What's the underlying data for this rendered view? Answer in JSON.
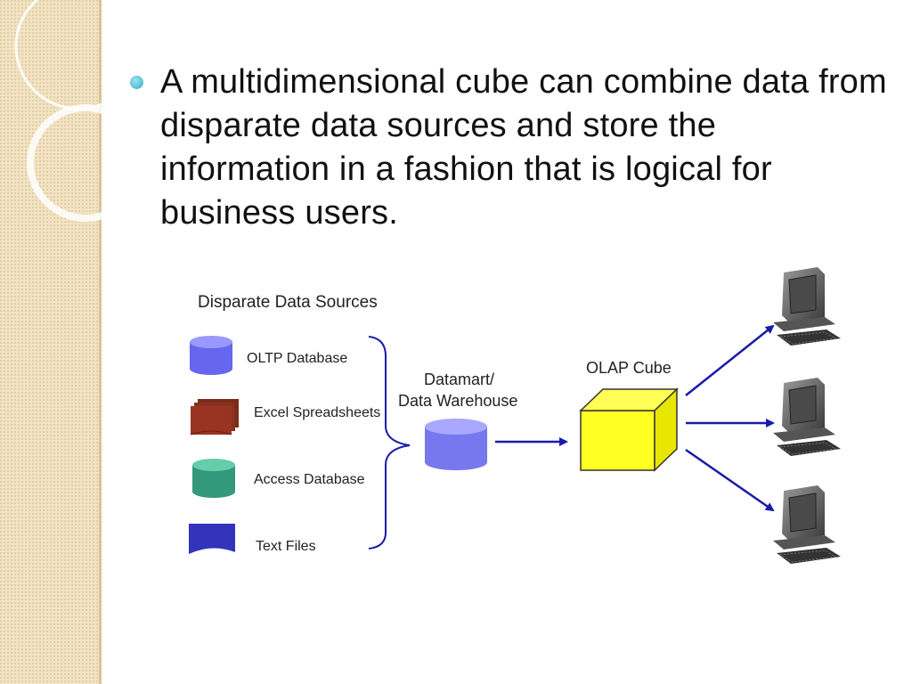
{
  "slide": {
    "bullet_text": "A multidimensional cube can combine data from disparate data sources and store the information in a fashion that is logical for business users."
  },
  "diagram": {
    "sources_title": "Disparate Data Sources",
    "sources": [
      {
        "label": "OLTP Database",
        "color": "#6666ee",
        "shape": "cylinder"
      },
      {
        "label": "Excel Spreadsheets",
        "color": "#993322",
        "shape": "stacked-sheets"
      },
      {
        "label": "Access Database",
        "color": "#33997a",
        "shape": "cylinder"
      },
      {
        "label": "Text Files",
        "color": "#3333bb",
        "shape": "document"
      }
    ],
    "warehouse_label_line1": "Datamart/",
    "warehouse_label_line2": "Data Warehouse",
    "warehouse_color": "#7777ee",
    "cube_label": "OLAP Cube",
    "cube_color": "#ffff22",
    "arrow_color": "#1a1aaa",
    "client_icons": [
      "computer-icon",
      "computer-icon",
      "computer-icon"
    ]
  },
  "colors": {
    "side_panel": "#f2e3c2",
    "bullet": "#5bc2da",
    "text": "#111111"
  }
}
